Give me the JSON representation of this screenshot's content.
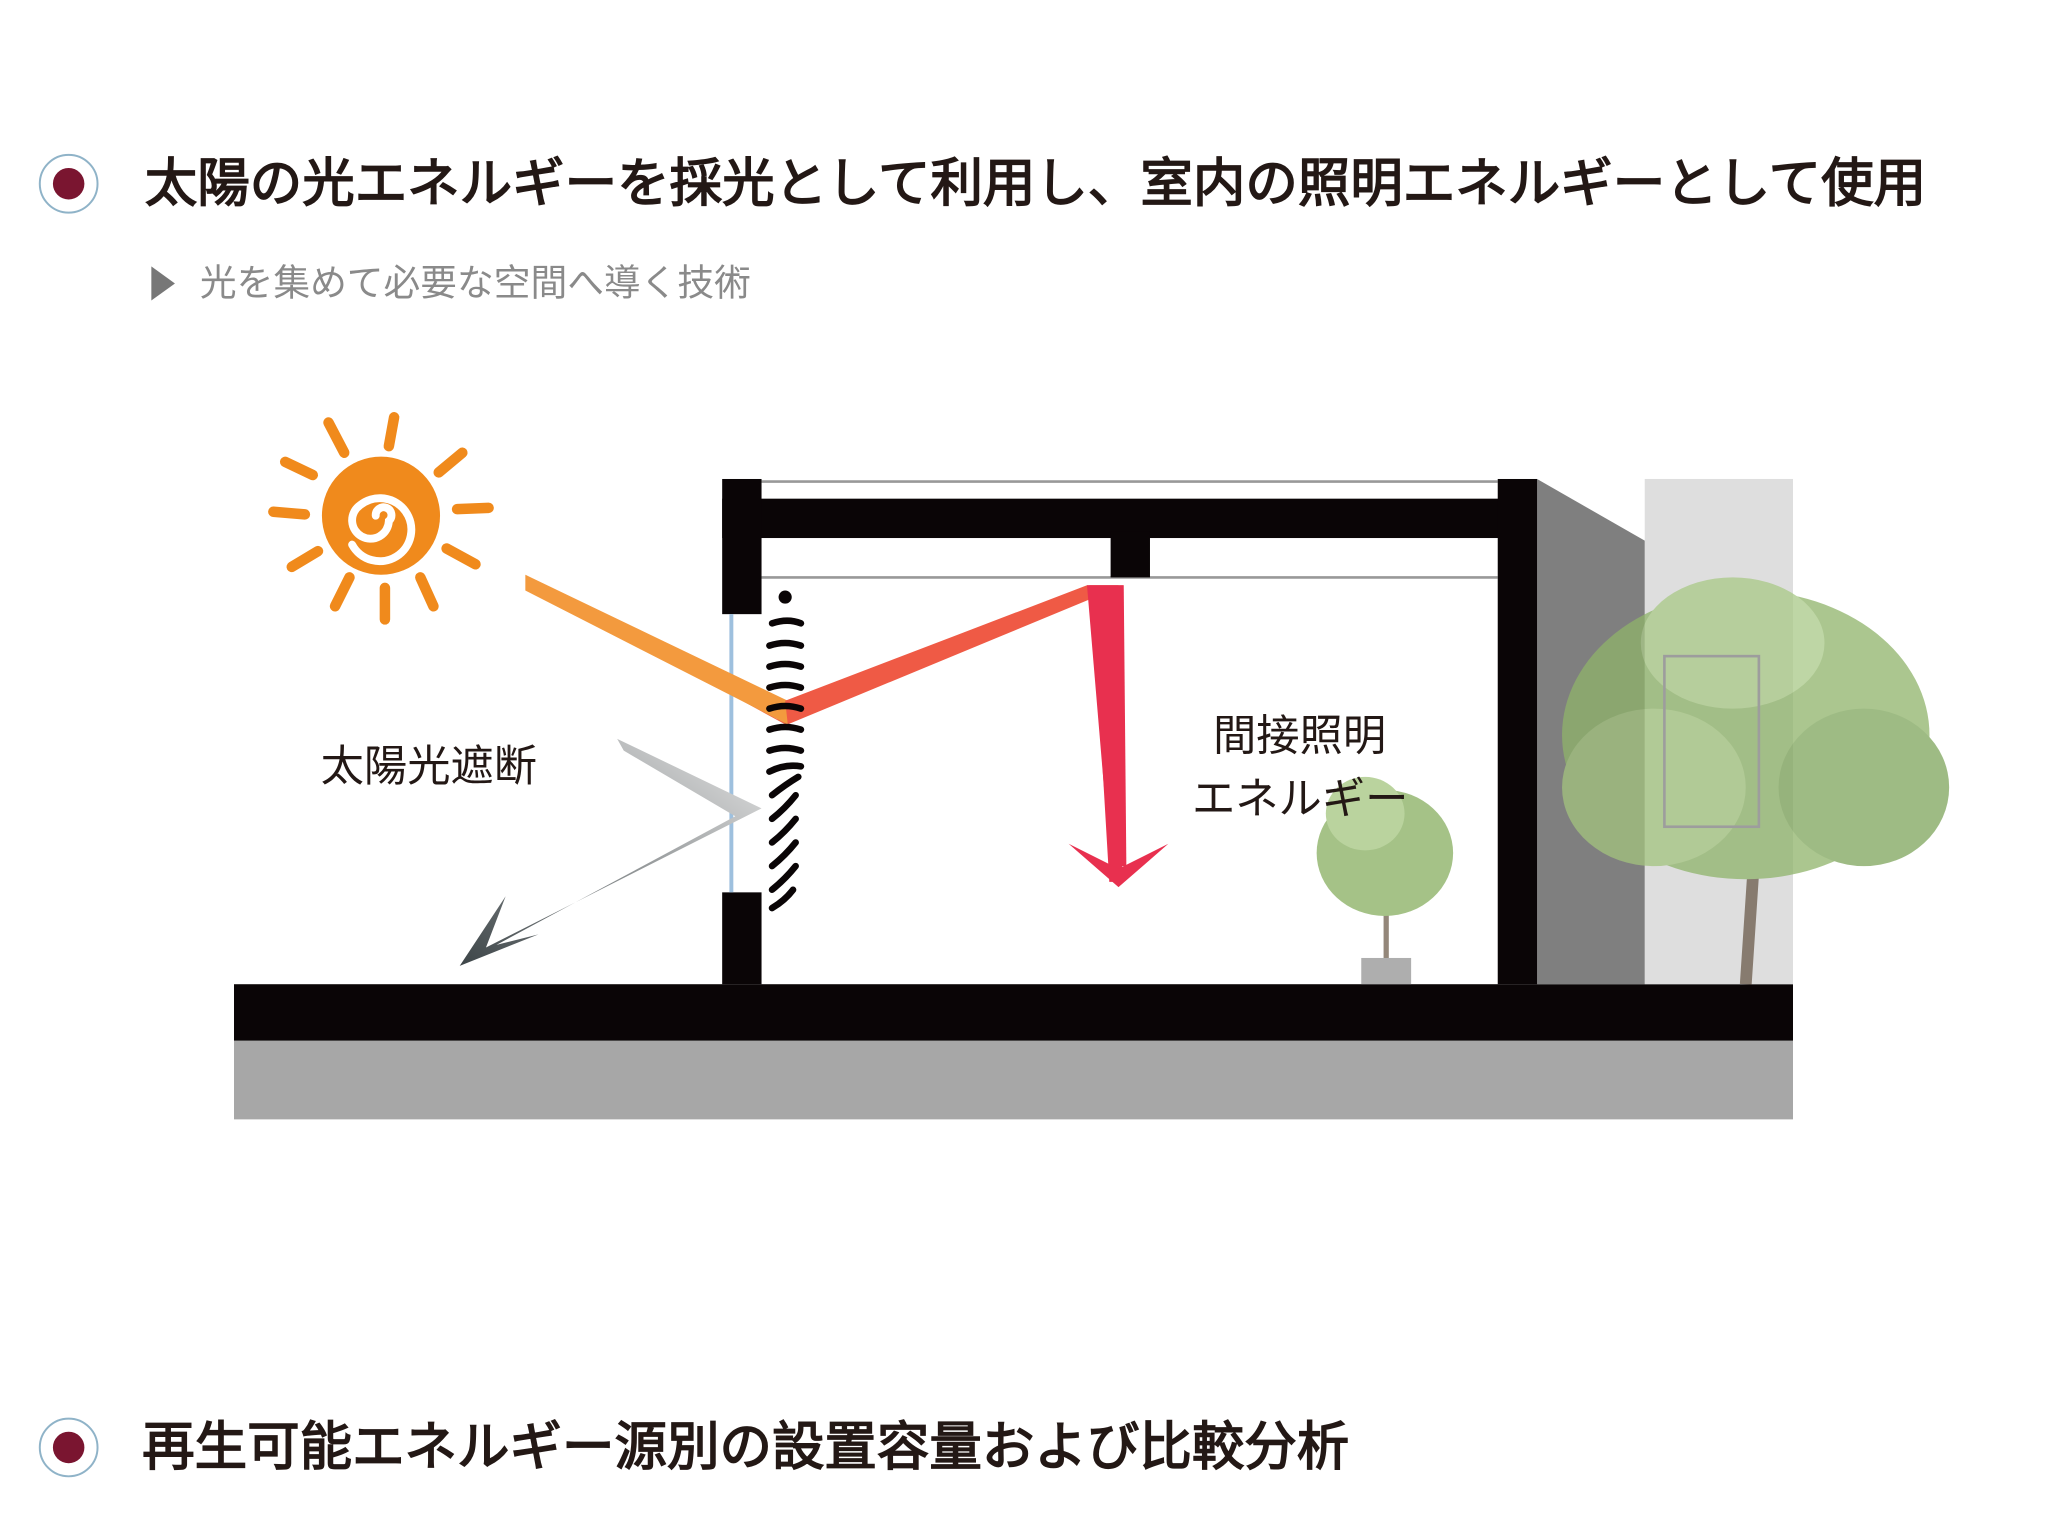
{
  "section1": {
    "title": "太陽の光エネルギーを採光として利用し、室内の照明エネルギーとして使用",
    "subtitle": "光を集めて必要な空間へ導く技術"
  },
  "diagram": {
    "label_block": "太陽光遮断",
    "label_indirect_line1": "間接照明",
    "label_indirect_line2": "エネルギー"
  },
  "section2": {
    "title": "再生可能エネルギー源別の設置容量および比較分析"
  },
  "colors": {
    "bullet": "#7a1530",
    "sun": "#f08a1c",
    "ray_start": "#f39a3e",
    "ray_end": "#e8304f",
    "ground": "#a7a7a7"
  }
}
